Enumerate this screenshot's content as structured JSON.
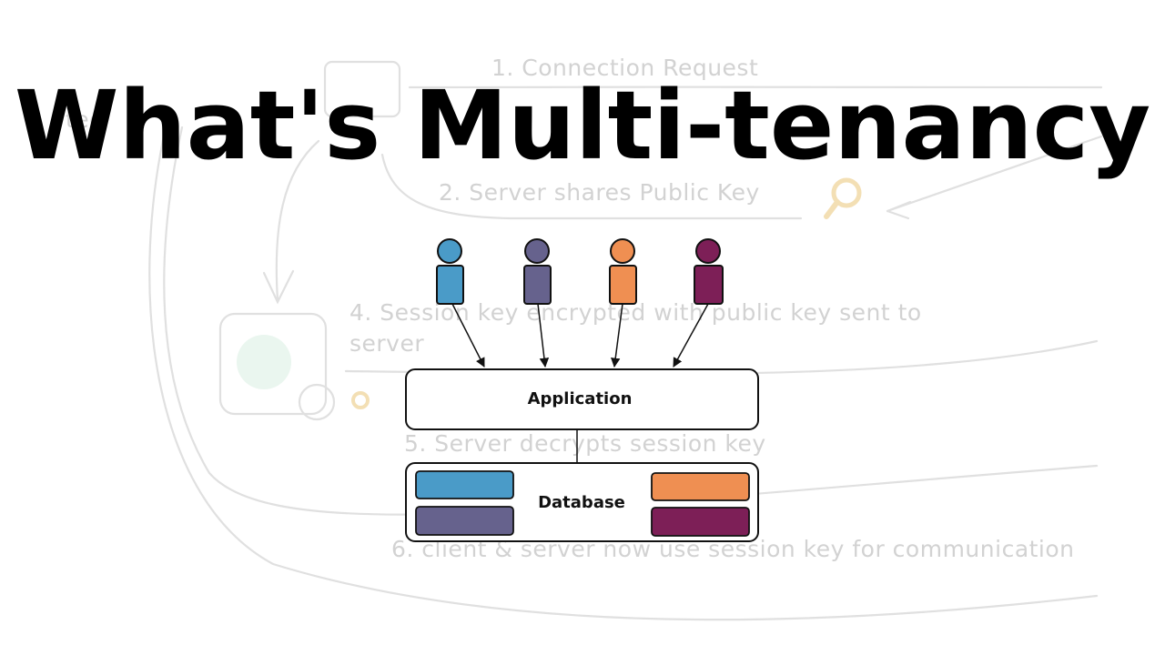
{
  "title": "What's Multi-tenancy",
  "background_steps": {
    "step1": "1. Connection Request",
    "step2": "2. Server shares Public Key",
    "step4": "4. Session key encrypted with public key sent to",
    "step4_line2": "server",
    "step5": "5. Server decrypts session key",
    "step6": "6. client & server now use session key for communication",
    "left_fragment": "ted"
  },
  "diagram": {
    "application_label": "Application",
    "database_label": "Database",
    "tenant_colors": [
      "#4a9bc8",
      "#66628d",
      "#ef8f52",
      "#7d1f57"
    ]
  }
}
